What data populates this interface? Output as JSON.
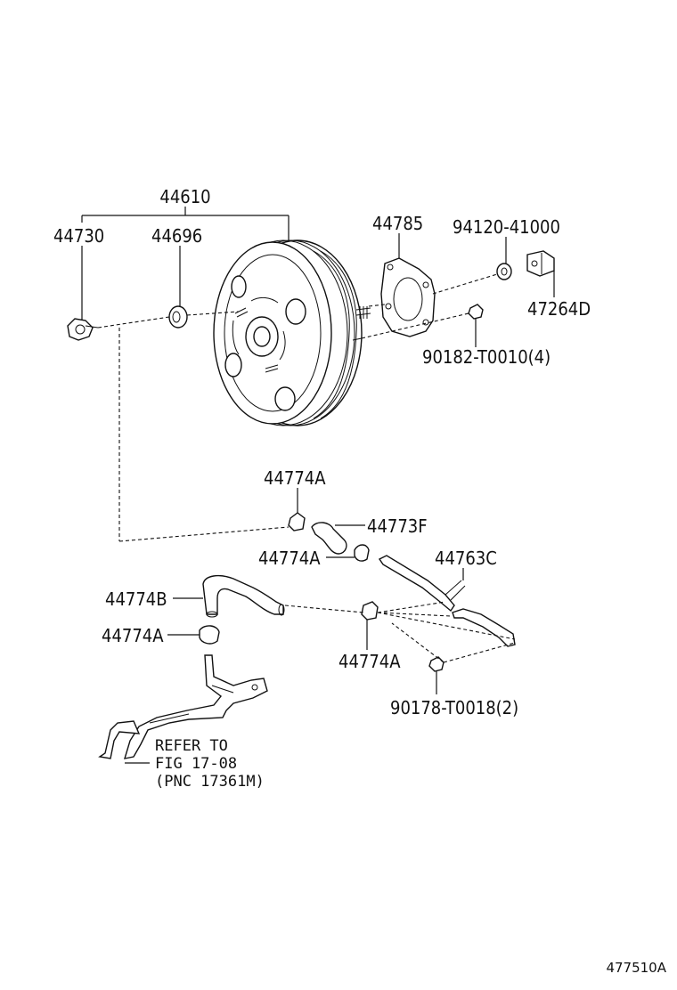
{
  "labels": {
    "p44610": "44610",
    "p44730": "44730",
    "p44696": "44696",
    "p44785": "44785",
    "p94120": "94120-41000",
    "p47264D": "47264D",
    "p90182": "90182-T0010(4)",
    "p44774A_top": "44774A",
    "p44773F": "44773F",
    "p44774A_mid": "44774A",
    "p44763C": "44763C",
    "p44774B": "44774B",
    "p44774A_left": "44774A",
    "p44774A_center": "44774A",
    "p90178": "90178-T0018(2)"
  },
  "reference": {
    "line1": "REFER TO",
    "line2": "FIG 17-08",
    "line3": "(PNC 17361M)"
  },
  "footer": {
    "code": "477510A"
  }
}
